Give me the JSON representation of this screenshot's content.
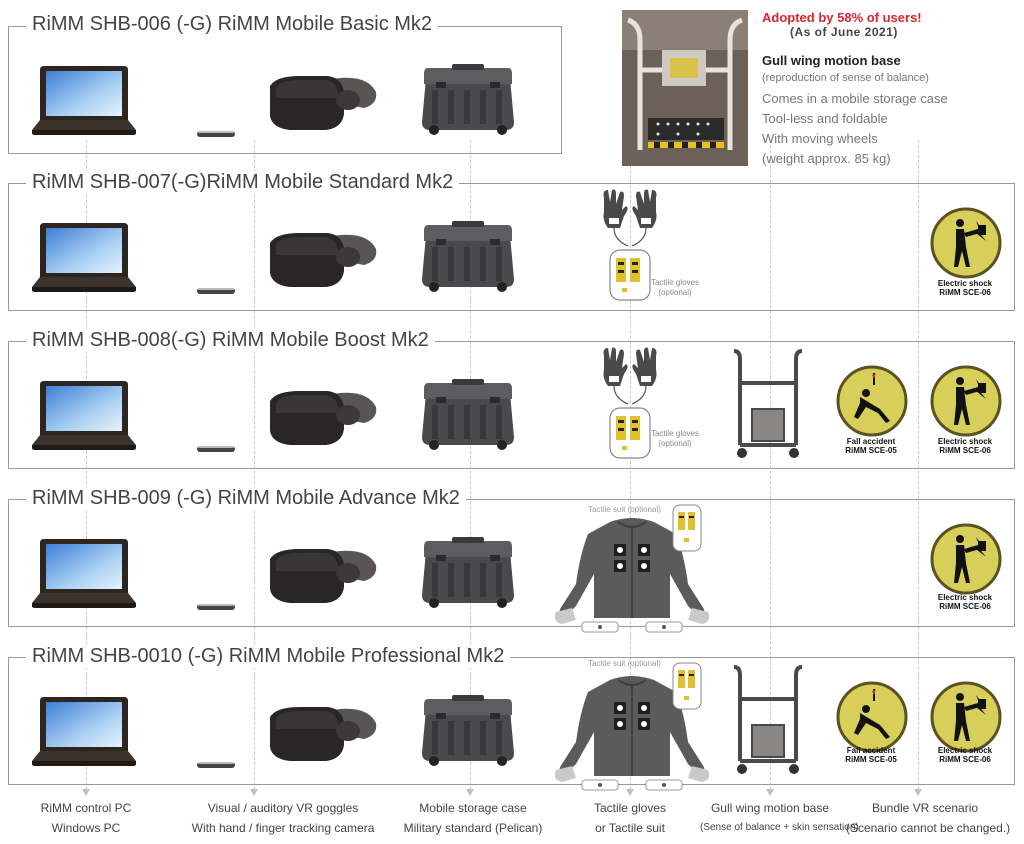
{
  "promo": {
    "adopted": "Adopted by 58% of users!",
    "as_of": "(As of June 2021)",
    "heading": "Gull wing motion base",
    "subheading": "(reproduction of sense of balance)",
    "features": [
      "Comes in a mobile storage case",
      "Tool-less and foldable",
      "With moving wheels",
      "(weight approx. 85 kg)"
    ]
  },
  "tiers": [
    {
      "title": "RiMM SHB-006 (-G) RiMM Mobile Basic Mk2"
    },
    {
      "title": "RiMM SHB-007(-G)RiMM Mobile Standard  Mk2",
      "gloves_caption": [
        "Tactile gloves",
        "(optional)"
      ]
    },
    {
      "title": "RiMM SHB-008(-G) RiMM Mobile Boost Mk2",
      "gloves_caption": [
        "Tactile gloves",
        "(optional)"
      ]
    },
    {
      "title": "RiMM SHB-009 (-G) RiMM Mobile Advance Mk2",
      "suit_caption": "Tactile suit (optional)"
    },
    {
      "title": "RiMM SHB-0010 (-G) RiMM Mobile Professional Mk2",
      "suit_caption": "Tactile suit (optional)"
    }
  ],
  "scenarios": {
    "fall": {
      "name": "Fall accident",
      "code": "RiMM SCE-05"
    },
    "shock": {
      "name": "Electric shock",
      "code": "RiMM SCE-06"
    }
  },
  "columns": [
    {
      "line1": "RiMM control PC",
      "line2": "Windows PC"
    },
    {
      "line1": "Visual / auditory VR goggles",
      "line2": "With hand / finger tracking camera"
    },
    {
      "line1": "Mobile storage case",
      "line2": "Military standard (Pelican)"
    },
    {
      "line1": "Tactile gloves",
      "line2": "or Tactile suit"
    },
    {
      "line1": "Gull wing motion base",
      "line2": "(Sense of balance + skin sensation)"
    },
    {
      "line1": "Bundle VR scenario",
      "line2": "(Scenario cannot be changed.)"
    }
  ],
  "colors": {
    "accent_red": "#d8262d",
    "badge_yellow": "#d8cf5a",
    "frame_gray": "#9a9a9a"
  }
}
